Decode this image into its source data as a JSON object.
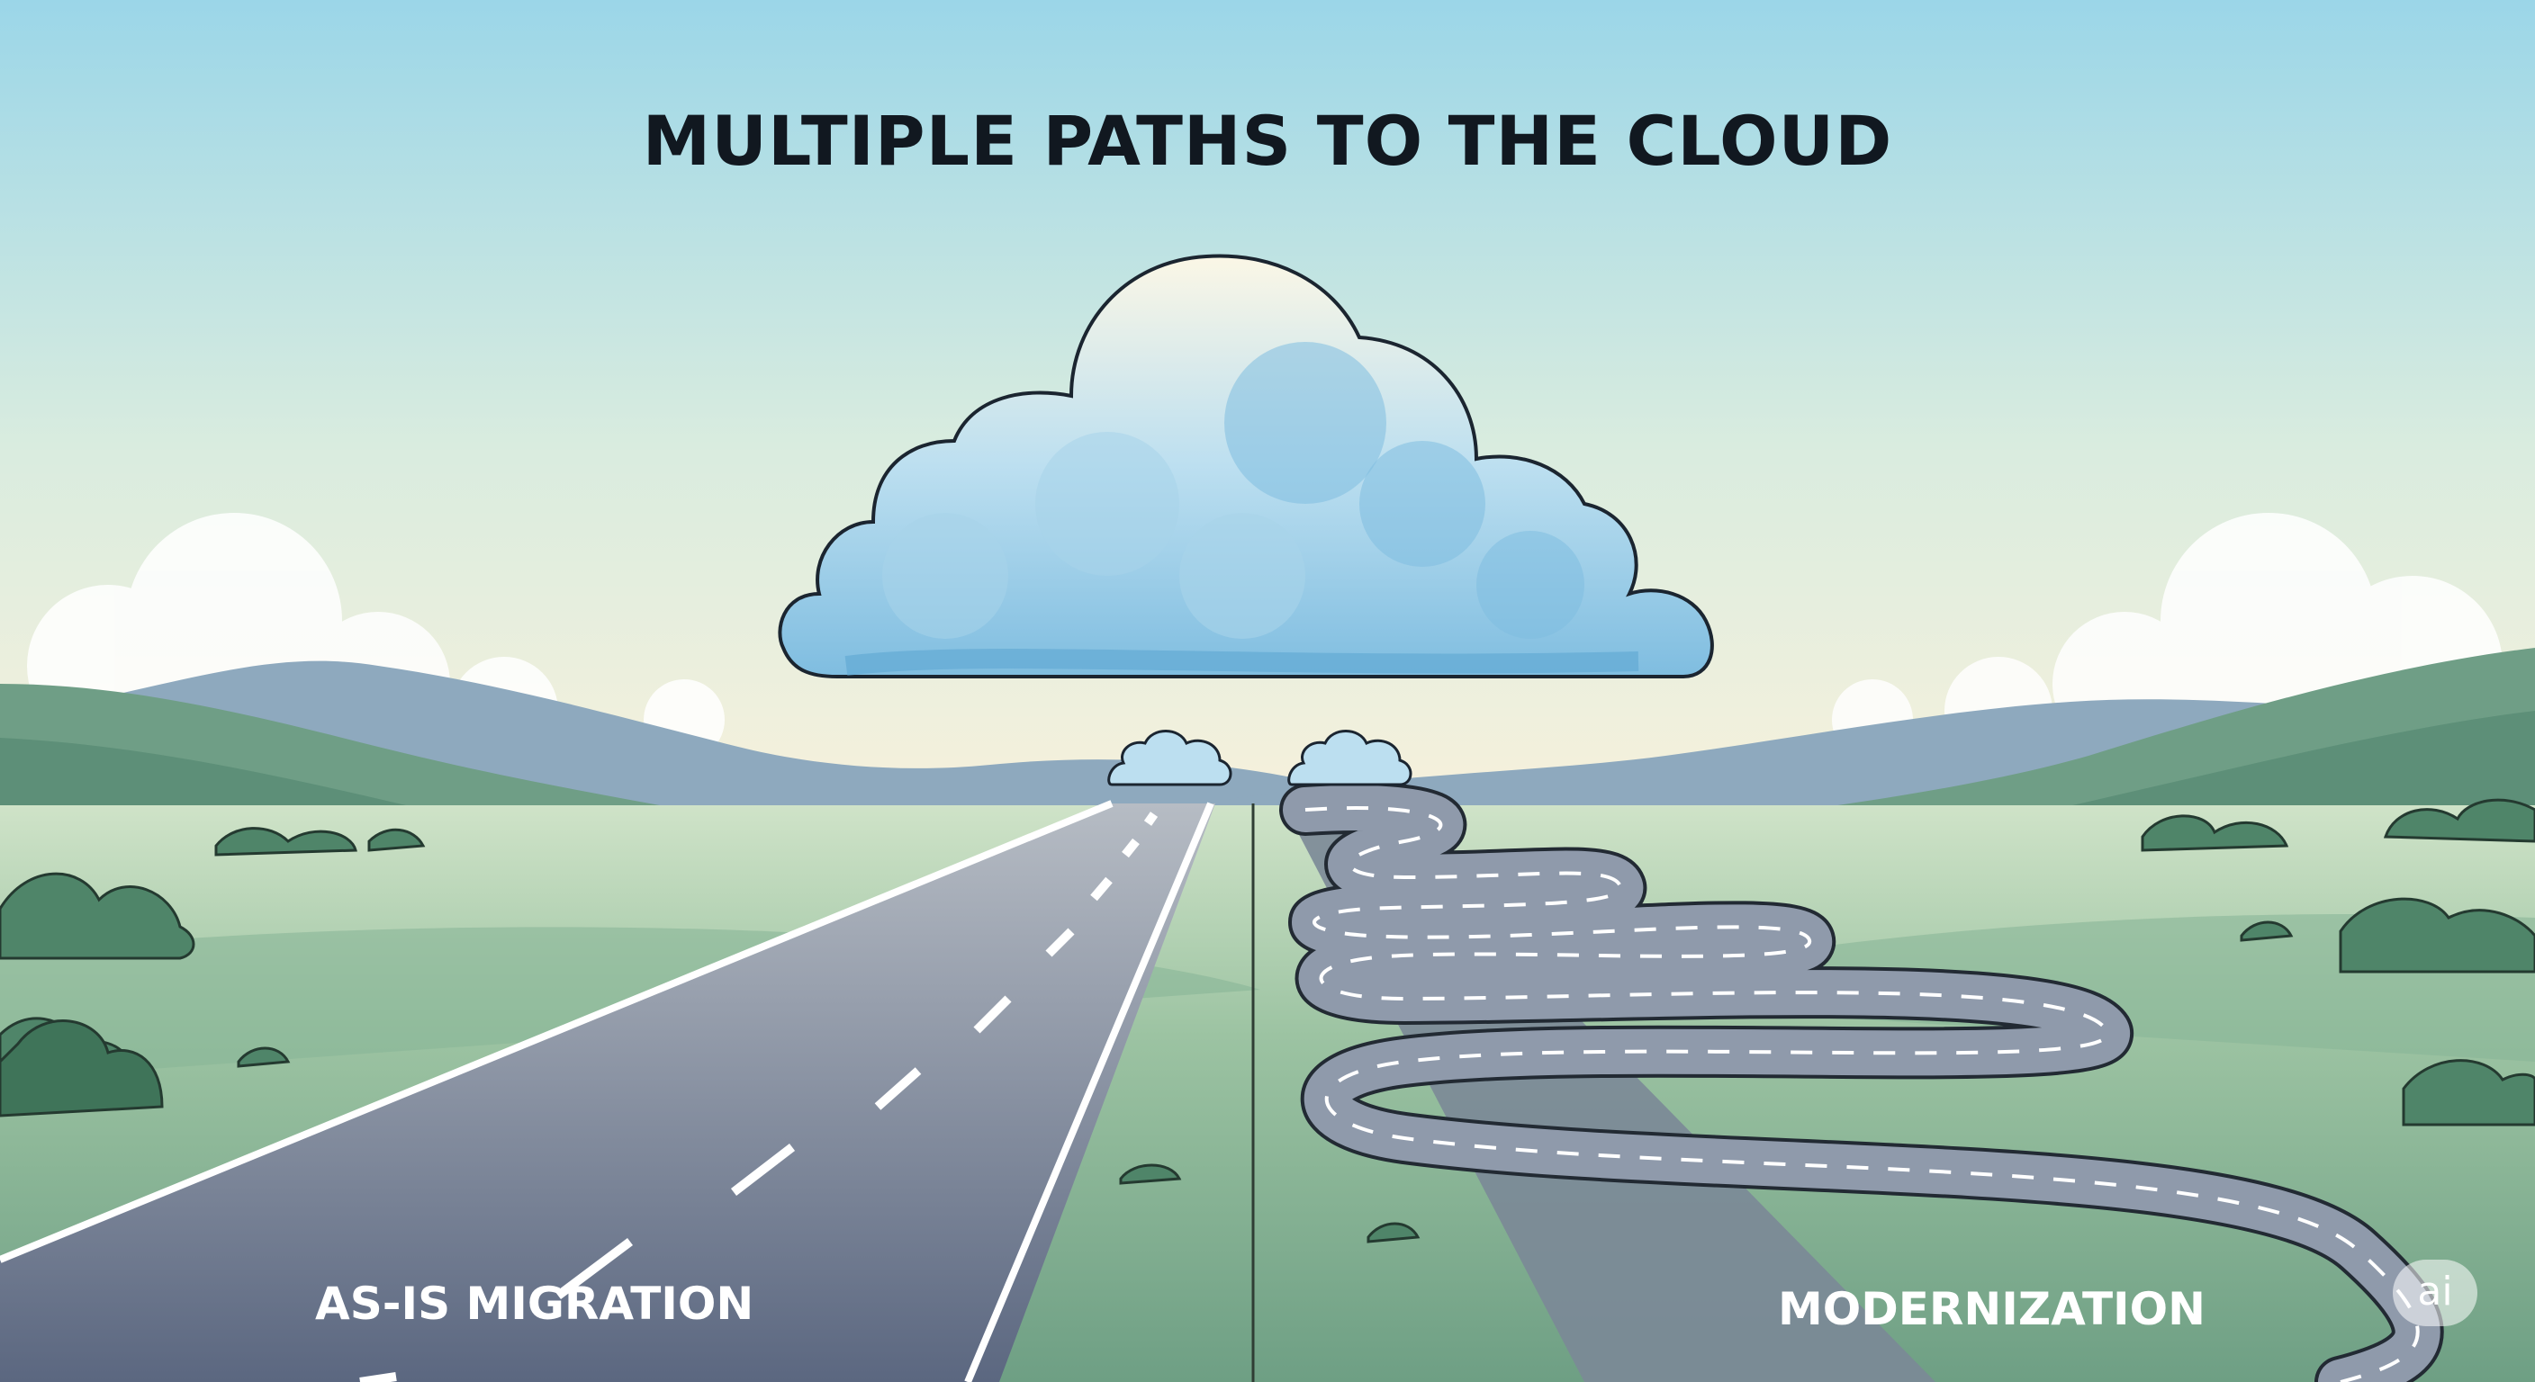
{
  "title": "MULTIPLE PATHS TO THE CLOUD",
  "paths": {
    "left_label": "AS-IS MIGRATION",
    "right_label": "MODERNIZATION"
  },
  "watermark": "ai",
  "colors": {
    "sky_top": "#9dd8e8",
    "sky_horizon": "#f6f0dc",
    "cloud_blue": "#78b8dc",
    "cloud_light": "#e4f2f8",
    "grass": "#8fb89a",
    "hills": "#5f9a78",
    "mountains": "#8aa7bc",
    "road": "#6f7c90",
    "road_edge": "#ffffff",
    "text": "#111820"
  },
  "icons": [
    "cloud-icon",
    "small-cloud-icon",
    "straight-road",
    "winding-road",
    "bush-icon"
  ]
}
